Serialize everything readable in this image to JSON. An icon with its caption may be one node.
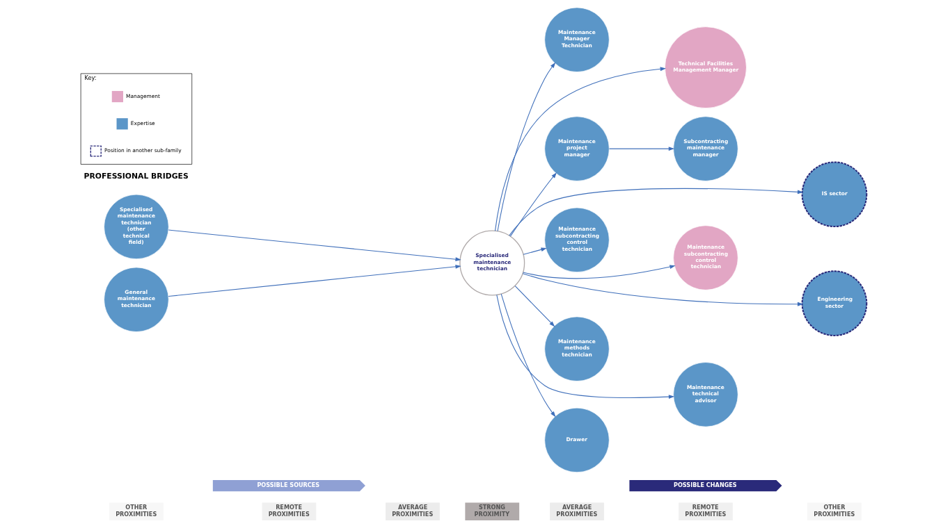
{
  "diagram": {
    "nodes": [
      {
        "text": [
          "POSSIBLE SOURCES"
        ]
      },
      {
        "text": [
          "POSSIBLE CHANGES"
        ]
      },
      {
        "text": [
          "OTHER PROXIMITIES"
        ]
      },
      {
        "text": [
          "REMOTE PROXIMITIES"
        ]
      },
      {
        "text": [
          "AVERAGE PROXIMITIES"
        ]
      },
      {
        "text": [
          "STRONG PROXIMITY"
        ]
      },
      {
        "text": [
          "AVERAGE PROXIMITIES"
        ]
      },
      {
        "text": [
          "REMOTE PROXIMITIES"
        ]
      },
      {
        "text": [
          "OTHER PROXIMITIES"
        ]
      },
      {
        "text": [
          "Specialised maintenance technician (other technical field)"
        ]
      },
      {
        "text": [
          "Maintenance Manager Technician"
        ]
      },
      {
        "text": [
          "Technical Facilities Management Manager"
        ]
      },
      {
        "text": [
          "Subcontracting maintenance manager"
        ]
      },
      {
        "text": [
          "Maintenance project manager"
        ]
      },
      {
        "text": [
          "IS sector"
        ]
      },
      {
        "text": [
          "Specialised maintenance technician"
        ]
      },
      {
        "text": [
          "Maintenance subcontracting control technician"
        ]
      },
      {
        "text": [
          "Maintenance subcontracting control technician"
        ]
      },
      {
        "text": [
          "Engineering sector"
        ]
      },
      {
        "text": [
          "Maintenance methods technician"
        ]
      },
      {
        "text": [
          "Maintenance technical advisor"
        ]
      },
      {
        "text": [
          "General maintenance technician"
        ]
      },
      {
        "text": [
          "Drawer"
        ]
      },
      {
        "text": [
          "Key:"
        ]
      }
    ],
    "edges": [
      {
        "from": 9,
        "to": 15,
        "arrow": "to"
      },
      {
        "from": 15,
        "to": 10,
        "arrow": "to"
      },
      {
        "from": 15,
        "to": 11,
        "arrow": "to"
      },
      {
        "from": 15,
        "to": 13,
        "arrow": "to"
      },
      {
        "from": 13,
        "to": 12,
        "arrow": "to"
      },
      {
        "from": 15,
        "to": 14,
        "arrow": "to"
      },
      {
        "from": 15,
        "to": 16,
        "arrow": "to"
      },
      {
        "from": 15,
        "to": 17,
        "arrow": "to"
      },
      {
        "from": 15,
        "to": 18,
        "arrow": "to"
      },
      {
        "from": 15,
        "to": 19,
        "arrow": "to"
      },
      {
        "from": 15,
        "to": 20,
        "arrow": "to"
      },
      {
        "from": 15,
        "to": 22,
        "arrow": "to"
      },
      {
        "from": 21,
        "to": 15,
        "arrow": "to"
      }
    ],
    "labels": [
      "PROFESSIONAL BRIDGES"
    ],
    "legend": [
      {
        "text": "Management",
        "color": "#e2a6c4"
      },
      {
        "text": "Expertise",
        "color": "#5b96c8"
      },
      {
        "text": "Position in another sub-family"
      }
    ]
  }
}
